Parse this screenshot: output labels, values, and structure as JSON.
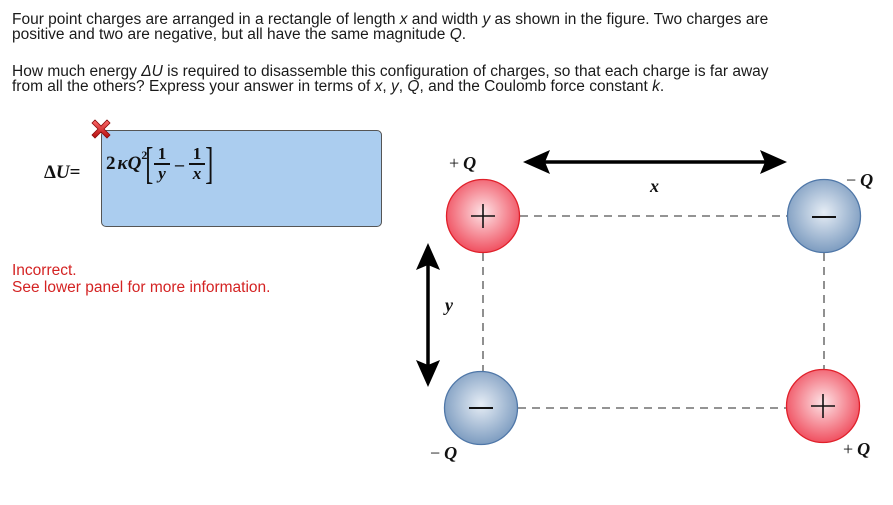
{
  "problem": {
    "paragraph1": {
      "segments": [
        {
          "text": "Four point charges are arranged in a rectangle of length "
        },
        {
          "text": "x",
          "italic": true
        },
        {
          "text": " and width "
        },
        {
          "text": "y",
          "italic": true
        },
        {
          "text": " as shown in the figure. Two charges are positive and two are negative, but all have the same magnitude "
        },
        {
          "text": "Q",
          "italic": true
        },
        {
          "text": "."
        }
      ]
    },
    "paragraph2": {
      "segments": [
        {
          "text": "How much energy "
        },
        {
          "text": "ΔU",
          "italic": true
        },
        {
          "text": " is required to disassemble this configuration of charges, so that each charge is far away from all the others? Express your answer in terms of "
        },
        {
          "text": "x",
          "italic": true
        },
        {
          "text": ", "
        },
        {
          "text": "y",
          "italic": true
        },
        {
          "text": ", "
        },
        {
          "text": "Q",
          "italic": true
        },
        {
          "text": ", and the Coulomb force constant "
        },
        {
          "text": "k",
          "italic": true
        },
        {
          "text": "."
        }
      ]
    }
  },
  "answer": {
    "label_delta": "Δ",
    "label_var": "U",
    "label_eq": "=",
    "expression": {
      "coef": "2",
      "kappa": "κ",
      "Q": "Q",
      "exp": "2",
      "left_bracket": "[",
      "right_bracket": "]",
      "frac1_num": "1",
      "frac1_den": "y",
      "op": "–",
      "frac2_num": "1",
      "frac2_den": "x"
    },
    "status_icon": "red-x-icon",
    "box_color": "#abcdef"
  },
  "feedback": {
    "line1": "Incorrect.",
    "line2": "See lower panel for more information.",
    "color": "#d42323"
  },
  "figure": {
    "x_label": "x",
    "y_label": "y",
    "charges": [
      {
        "position": "top-left",
        "sign": "+",
        "label_sign": "+",
        "label_var": "Q"
      },
      {
        "position": "top-right",
        "sign": "−",
        "label_sign": "−",
        "label_var": "Q"
      },
      {
        "position": "bottom-left",
        "sign": "−",
        "label_sign": "−",
        "label_var": "Q"
      },
      {
        "position": "bottom-right",
        "sign": "+",
        "label_sign": "+",
        "label_var": "Q"
      }
    ],
    "colors": {
      "positive": "#f05060",
      "negative": "#7d9cc0"
    }
  }
}
